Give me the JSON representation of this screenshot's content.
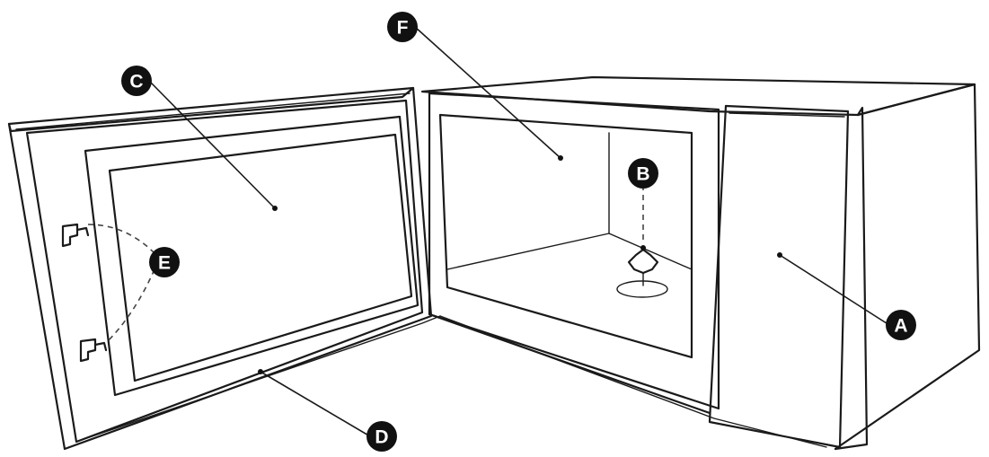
{
  "labels": {
    "a": "A",
    "b": "B",
    "c": "C",
    "d": "D",
    "e": "E",
    "f": "F"
  },
  "colors": {
    "line": "#1a1a1a",
    "badge": "#111111",
    "badge_text": "#ffffff",
    "background": "#ffffff"
  }
}
